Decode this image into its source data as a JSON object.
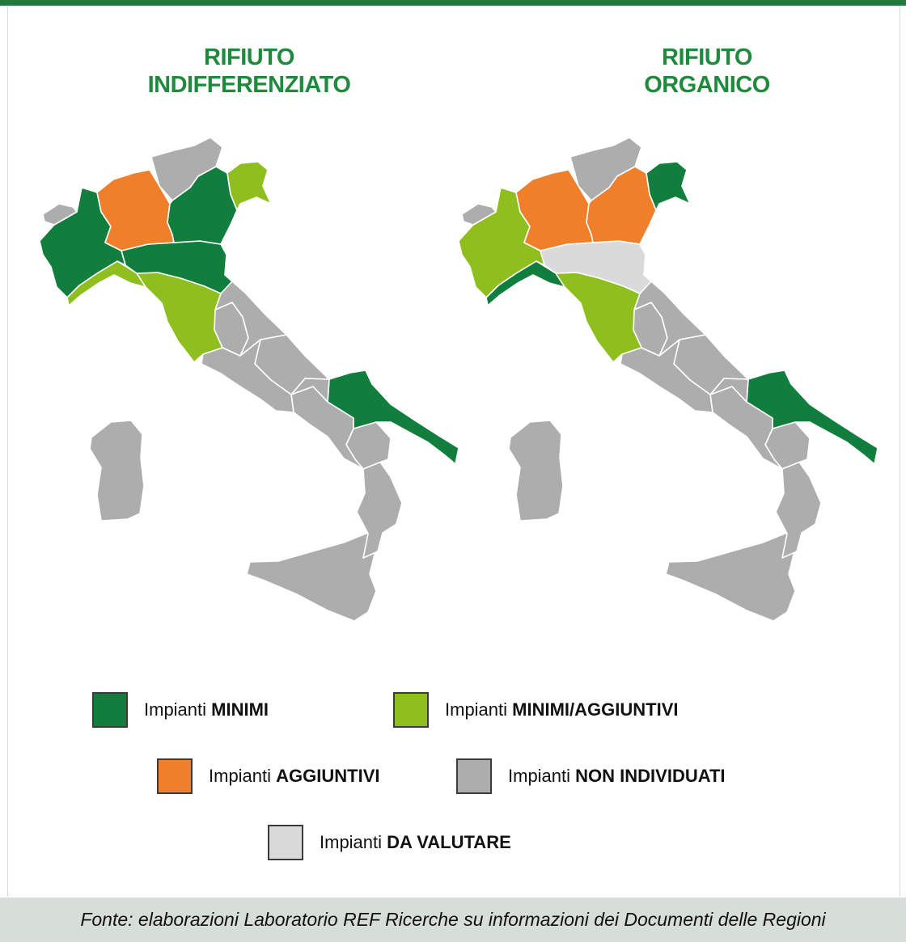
{
  "colors": {
    "MINIMI": "#117e3e",
    "MINIMI_AGGIUNTIVI": "#8ebf1e",
    "AGGIUNTIVI": "#ef7f2a",
    "NON_INDIVIDUATI": "#adadad",
    "DA_VALUTARE": "#dadada"
  },
  "maps": [
    {
      "title_line1": "RIFIUTO",
      "title_line2": "INDIFFERENZIATO",
      "regions": {
        "valle_daosta": "NON_INDIVIDUATI",
        "piemonte": "MINIMI",
        "lombardia": "AGGIUNTIVI",
        "trentino_alto_adige": "NON_INDIVIDUATI",
        "veneto": "MINIMI",
        "friuli_venezia_giulia": "MINIMI_AGGIUNTIVI",
        "liguria": "MINIMI_AGGIUNTIVI",
        "emilia_romagna": "MINIMI",
        "toscana": "MINIMI_AGGIUNTIVI",
        "marche": "NON_INDIVIDUATI",
        "umbria": "NON_INDIVIDUATI",
        "lazio": "NON_INDIVIDUATI",
        "abruzzo": "NON_INDIVIDUATI",
        "molise": "NON_INDIVIDUATI",
        "campania": "NON_INDIVIDUATI",
        "puglia": "MINIMI",
        "basilicata": "NON_INDIVIDUATI",
        "calabria": "NON_INDIVIDUATI",
        "sicilia": "NON_INDIVIDUATI",
        "sardegna": "NON_INDIVIDUATI"
      }
    },
    {
      "title_line1": "RIFIUTO",
      "title_line2": "ORGANICO",
      "regions": {
        "valle_daosta": "NON_INDIVIDUATI",
        "piemonte": "MINIMI_AGGIUNTIVI",
        "lombardia": "AGGIUNTIVI",
        "trentino_alto_adige": "NON_INDIVIDUATI",
        "veneto": "AGGIUNTIVI",
        "friuli_venezia_giulia": "MINIMI",
        "liguria": "MINIMI",
        "emilia_romagna": "DA_VALUTARE",
        "toscana": "MINIMI_AGGIUNTIVI",
        "marche": "NON_INDIVIDUATI",
        "umbria": "NON_INDIVIDUATI",
        "lazio": "NON_INDIVIDUATI",
        "abruzzo": "NON_INDIVIDUATI",
        "molise": "NON_INDIVIDUATI",
        "campania": "NON_INDIVIDUATI",
        "puglia": "MINIMI",
        "basilicata": "NON_INDIVIDUATI",
        "calabria": "NON_INDIVIDUATI",
        "sicilia": "NON_INDIVIDUATI",
        "sardegna": "NON_INDIVIDUATI"
      }
    }
  ],
  "legend": [
    {
      "key": "MINIMI",
      "prefix": "Impianti",
      "bold": "MINIMI"
    },
    {
      "key": "MINIMI_AGGIUNTIVI",
      "prefix": "Impianti",
      "bold": "MINIMI/AGGIUNTIVI"
    },
    {
      "key": "AGGIUNTIVI",
      "prefix": "Impianti",
      "bold": "AGGIUNTIVI"
    },
    {
      "key": "NON_INDIVIDUATI",
      "prefix": "Impianti",
      "bold": "NON INDIVIDUATI"
    },
    {
      "key": "DA_VALUTARE",
      "prefix": "Impianti",
      "bold": "DA VALUTARE"
    }
  ],
  "footer": {
    "source": "Fonte: elaborazioni Laboratorio REF Ricerche su informazioni dei Documenti delle Regioni"
  }
}
